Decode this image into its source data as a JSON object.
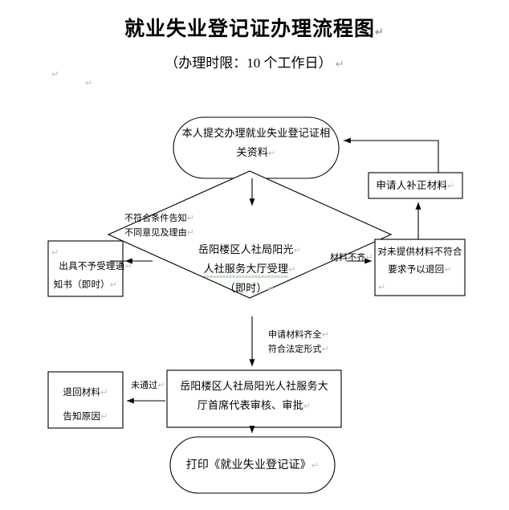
{
  "document": {
    "title": "就业失业登记证办理流程图",
    "subtitle": "（办理时限：10 个工作日）",
    "pilcrow": "↵"
  },
  "nodes": {
    "submit": {
      "shape": "stadium",
      "line1": "本人提交办理就业失业登记证相",
      "line2": "关资料"
    },
    "accept_decision": {
      "shape": "diamond",
      "line1": "岳阳楼区人社局阳光",
      "line2": "人社服务大厅受理",
      "line3": "（即时）"
    },
    "reject_notice": {
      "shape": "rect",
      "line1": "出具不予受理通",
      "line2": "知书（即时）"
    },
    "return_materials": {
      "shape": "rect",
      "line1": "对未提供材料不符合",
      "line2": "要求予以退回"
    },
    "supplement": {
      "shape": "rect",
      "line1": "申请人补正材料"
    },
    "review_approve": {
      "shape": "rect",
      "line1": "岳阳楼区人社局阳光人社服务大",
      "line2": "厅首席代表审核、审批"
    },
    "return_reason": {
      "shape": "rect",
      "line1": "退回材料",
      "line2": "告知原因"
    },
    "print_cert": {
      "shape": "stadium",
      "line1": "打印《就业失业登记证》"
    }
  },
  "edge_labels": {
    "not_qualified": {
      "line1": "不符合条件告知",
      "line2": "不同意见及理由"
    },
    "incomplete": {
      "line1": "材料不齐"
    },
    "complete": {
      "line1": "申请材料齐全",
      "line2": "符合法定形式"
    },
    "not_passed": {
      "line1": "未通过"
    }
  },
  "style": {
    "stroke": "#000000",
    "fill": "#ffffff",
    "spellcheck_underline": "#2f8f2f",
    "pilcrow_color": "#9aa0b0"
  }
}
